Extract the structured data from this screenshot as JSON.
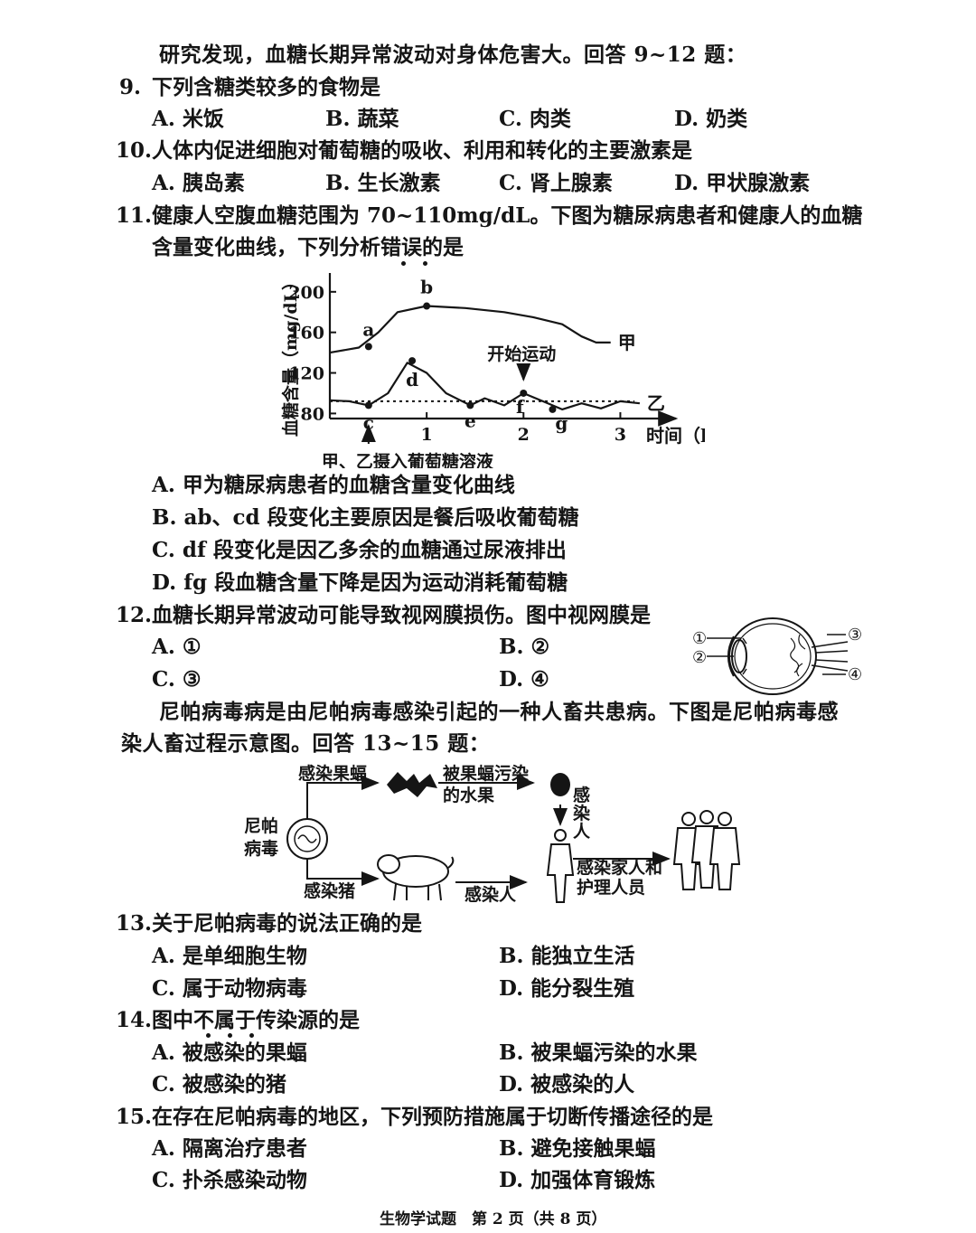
{
  "intro1": "研究发现，血糖长期异常波动对身体危害大。回答 9~12 题：",
  "q9": {
    "num": "9.",
    "stem": "下列含糖类较多的食物是",
    "options": [
      "A. 米饭",
      "B. 蔬菜",
      "C. 肉类",
      "D. 奶类"
    ]
  },
  "q10": {
    "num": "10.",
    "stem": "人体内促进细胞对葡萄糖的吸收、利用和转化的主要激素是",
    "options": [
      "A. 胰岛素",
      "B. 生长激素",
      "C. 肾上腺素",
      "D. 甲状腺激素"
    ]
  },
  "q11": {
    "num": "11.",
    "stem_line1": "健康人空腹血糖范围为 70~110mg/dL。下图为糖尿病患者和健康人的血糖",
    "stem_line2": "含量变化曲线，下列分析错误的是",
    "options": [
      "A. 甲为糖尿病患者的血糖含量变化曲线",
      "B. ab、cd 段变化主要原因是餐后吸收葡萄糖",
      "C. df 段变化是因乙多余的血糖通过尿液排出",
      "D. fg 段血糖含量下降是因为运动消耗葡萄糖"
    ]
  },
  "q12": {
    "num": "12.",
    "stem": "血糖长期异常波动可能导致视网膜损伤。图中视网膜是",
    "options": [
      "A. ①",
      "B. ②",
      "C. ③",
      "D. ④"
    ],
    "eye_labels": [
      "①",
      "②",
      "③",
      "④"
    ]
  },
  "intro2_line1": "尼帕病毒病是由尼帕病毒感染引起的一种人畜共患病。下图是尼帕病毒感",
  "intro2_line2": "染人畜过程示意图。回答 13~15 题：",
  "nipah": {
    "virus_label_1": "尼帕",
    "virus_label_2": "病毒",
    "infect_bat": "感染果蝠",
    "contaminated_1": "被果蝠污染",
    "contaminated_2": "的水果",
    "infect_person_v": [
      "感",
      "染",
      "人"
    ],
    "infect_pig": "感染猪",
    "infect_person": "感染人",
    "family_1": "感染家人和",
    "family_2": "护理人员"
  },
  "q13": {
    "num": "13.",
    "stem": "关于尼帕病毒的说法正确的是",
    "options": [
      "A. 是单细胞生物",
      "B. 能独立生活",
      "C. 属于动物病毒",
      "D. 能分裂生殖"
    ]
  },
  "q14": {
    "num": "14.",
    "stem": "图中不属于传染源的是",
    "options": [
      "A. 被感染的果蝠",
      "B. 被果蝠污染的水果",
      "C. 被感染的猪",
      "D. 被感染的人"
    ]
  },
  "q15": {
    "num": "15.",
    "stem": "在存在尼帕病毒的地区，下列预防措施属于切断传播途径的是",
    "options": [
      "A. 隔离治疗患者",
      "B. 避免接触果蝠",
      "C. 扑杀感染动物",
      "D. 加强体育锻炼"
    ]
  },
  "footer": "生物学试题　第 2 页（共 8 页）",
  "chart_data": {
    "type": "line",
    "xlabel": "时间（h）",
    "ylabel": "血糖含量（mg/dL）",
    "x_ticks": [
      "1",
      "2",
      "3"
    ],
    "y_ticks": [
      "80",
      "120",
      "160",
      "200"
    ],
    "ylim": [
      75,
      215
    ],
    "xlim": [
      0,
      3.5
    ],
    "series": [
      {
        "name": "甲",
        "x": [
          0,
          0.3,
          0.5,
          0.7,
          1.0,
          1.4,
          1.8,
          2.1,
          2.4,
          2.6,
          2.75,
          2.9
        ],
        "y": [
          140,
          145,
          160,
          180,
          186,
          184,
          180,
          175,
          168,
          156,
          150,
          150
        ]
      },
      {
        "name": "乙",
        "x": [
          0,
          0.2,
          0.4,
          0.6,
          0.8,
          1.0,
          1.2,
          1.45,
          1.6,
          1.8,
          2.0,
          2.2,
          2.4,
          2.6,
          2.8,
          3.0,
          3.2
        ],
        "y": [
          93,
          92,
          88,
          100,
          130,
          120,
          100,
          88,
          95,
          88,
          100,
          92,
          84,
          90,
          85,
          92,
          90
        ]
      }
    ],
    "reference_line": 92,
    "points": [
      {
        "label": "a",
        "x": 0.4,
        "y": 146
      },
      {
        "label": "b",
        "x": 1.0,
        "y": 186
      },
      {
        "label": "c",
        "x": 0.4,
        "y": 88
      },
      {
        "label": "d",
        "x": 0.85,
        "y": 132
      },
      {
        "label": "e",
        "x": 1.45,
        "y": 88
      },
      {
        "label": "f",
        "x": 2.0,
        "y": 100
      },
      {
        "label": "g",
        "x": 2.3,
        "y": 84
      }
    ],
    "annotations": [
      "开始运动",
      "甲、乙摄入葡萄糖溶液"
    ]
  }
}
